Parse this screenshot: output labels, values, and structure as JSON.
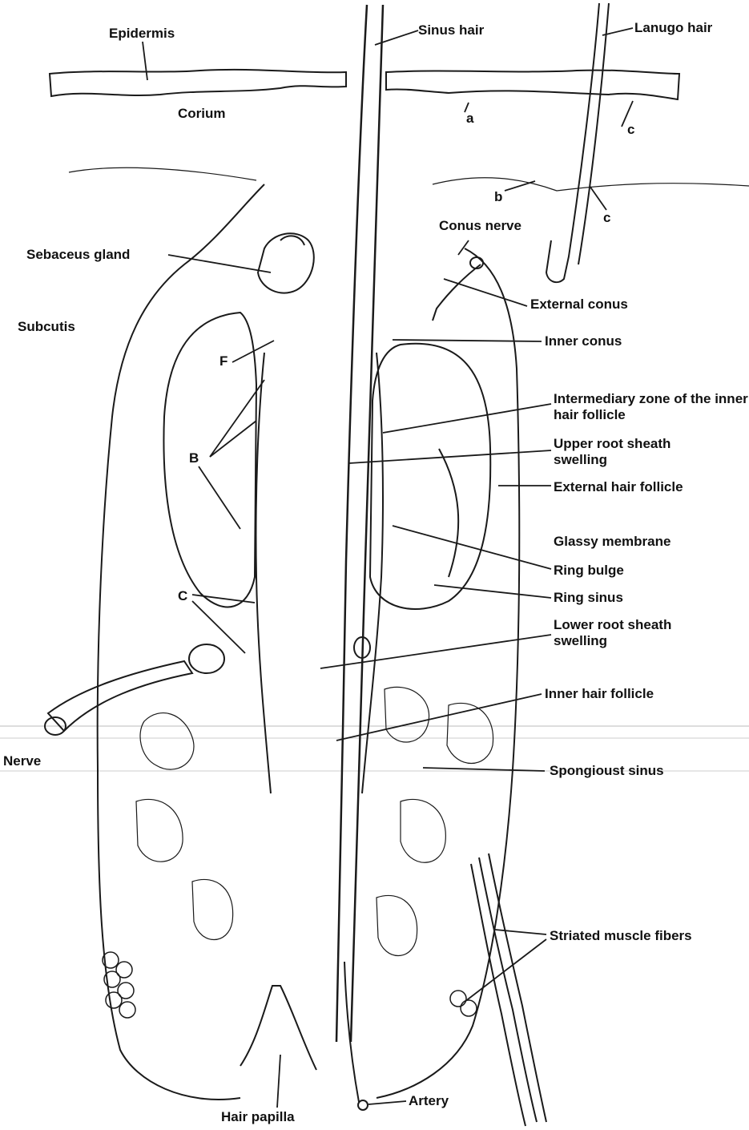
{
  "labels": {
    "epidermis": "Epidermis",
    "sinus_hair": "Sinus hair",
    "lanugo_hair": "Lanugo hair",
    "corium": "Corium",
    "a": "a",
    "c_upper": "c",
    "b": "b",
    "c_lower": "c",
    "conus_nerve": "Conus nerve",
    "sebaceus_gland": "Sebaceus gland",
    "external_conus": "External conus",
    "subcutis": "Subcutis",
    "inner_conus": "Inner conus",
    "F": "F",
    "intermediary_zone": "Intermediary zone of the inner hair follicle",
    "B": "B",
    "upper_root_sheath": "Upper root sheath swelling",
    "external_hair_follicle": "External hair follicle",
    "glassy_membrane": "Glassy membrane",
    "ring_bulge": "Ring bulge",
    "C": "C",
    "ring_sinus": "Ring sinus",
    "lower_root_sheath": "Lower root sheath swelling",
    "inner_hair_follicle": "Inner hair follicle",
    "nerve": "Nerve",
    "spongioust_sinus": "Spongioust sinus",
    "striated_muscle": "Striated muscle fibers",
    "artery": "Artery",
    "hair_papilla": "Hair papilla"
  },
  "colors": {
    "ink": "#1a1a1a",
    "paper": "#ffffff"
  }
}
